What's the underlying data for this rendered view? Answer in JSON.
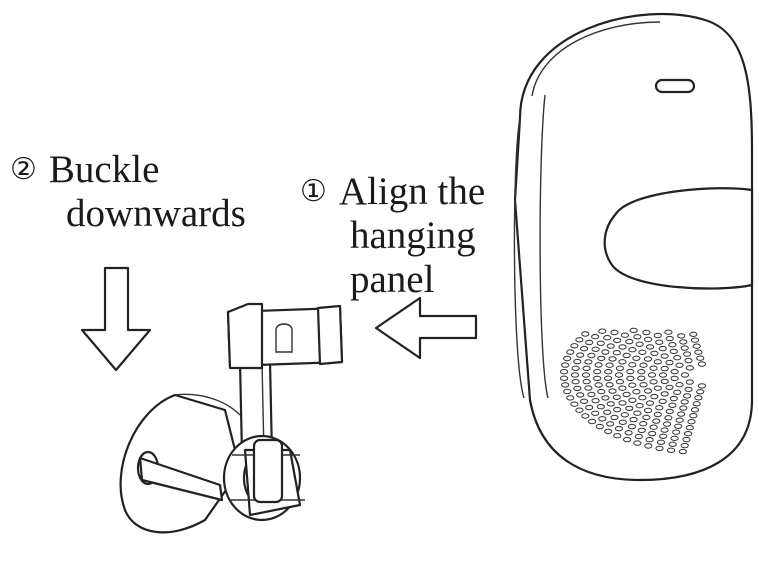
{
  "steps": [
    {
      "marker": "②",
      "lines": [
        "Buckle",
        "downwards"
      ]
    },
    {
      "marker": "①",
      "lines": [
        "Align the",
        "hanging",
        "panel"
      ]
    }
  ]
}
